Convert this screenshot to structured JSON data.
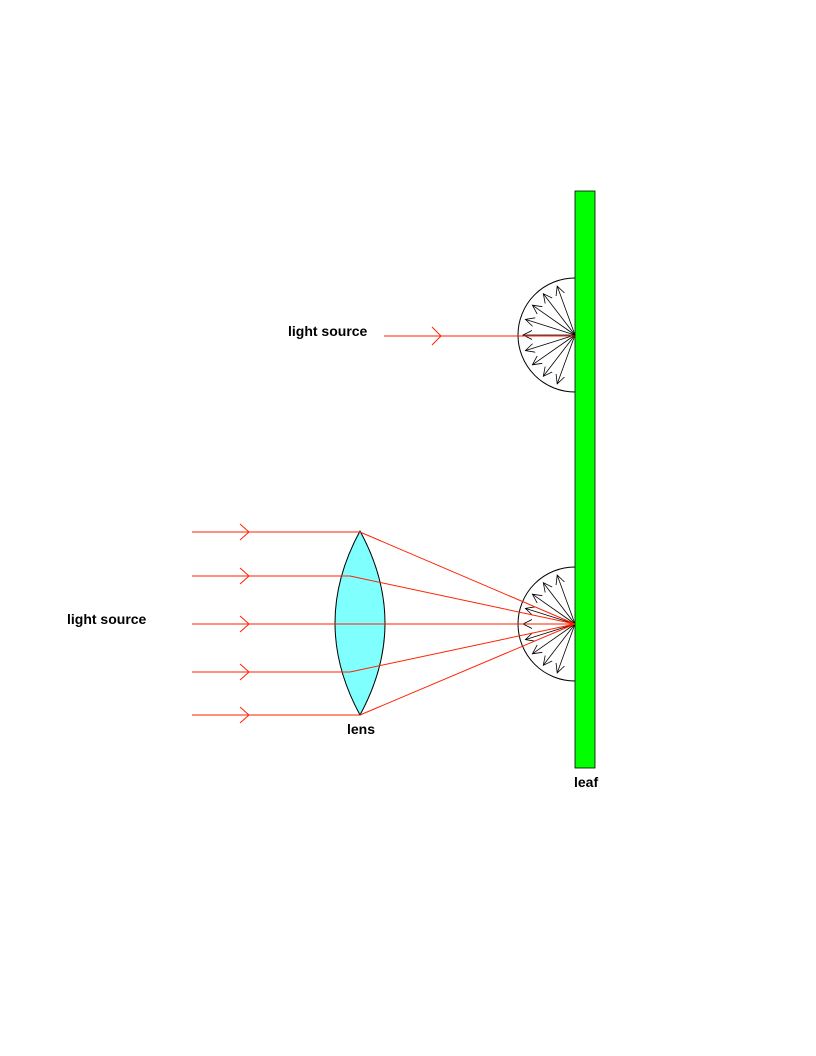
{
  "labels": {
    "light_source_top": "light source",
    "light_source_left": "light source",
    "lens": "lens",
    "leaf": "leaf"
  },
  "colors": {
    "ray": "#ff2200",
    "leaf": "#00ff00",
    "lens": "#80ffff",
    "scatter": "#000000"
  }
}
